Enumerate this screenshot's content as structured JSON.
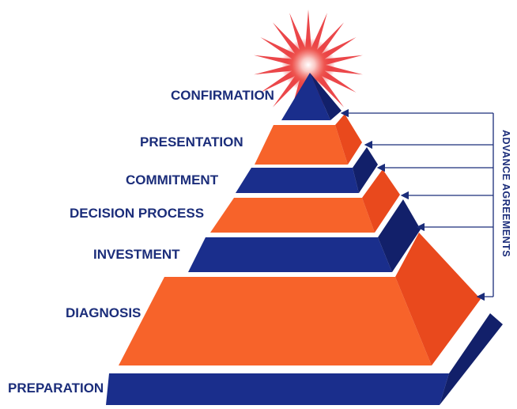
{
  "pyramid": {
    "levels": [
      {
        "label": "CONFIRMATION"
      },
      {
        "label": "PRESENTATION"
      },
      {
        "label": "COMMITMENT"
      },
      {
        "label": "DECISION PROCESS"
      },
      {
        "label": "INVESTMENT"
      },
      {
        "label": "DIAGNOSIS"
      },
      {
        "label": "PREPARATION"
      }
    ],
    "side_label": "ADVANCE AGREEMENTS"
  },
  "colors": {
    "orange_front": "#f7632a",
    "orange_side": "#e9491d",
    "blue_front": "#1a2e8c",
    "blue_side": "#12206a",
    "label": "#1b2d7a",
    "starburst": "#e8272a"
  }
}
